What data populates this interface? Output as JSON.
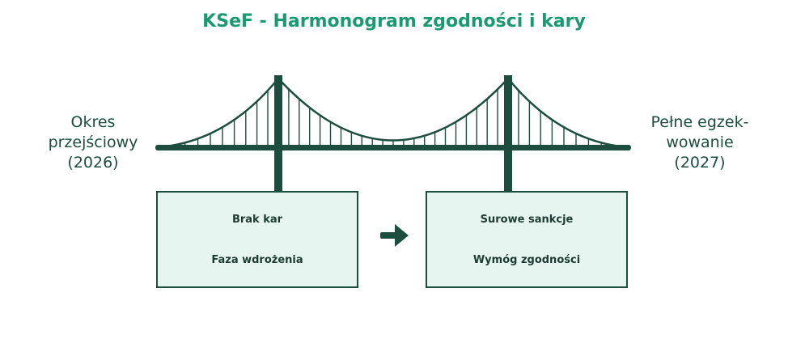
{
  "title": "KSeF - Harmonogram zgodności i kary",
  "left_label": {
    "lines": [
      "Okres",
      "przejściowy",
      "(2026)"
    ]
  },
  "right_label": {
    "lines": [
      "Pełne egzek-",
      "wowanie",
      "(2027)"
    ]
  },
  "left_box": {
    "line1": "Brak kar",
    "line2": "Faza wdrożenia"
  },
  "right_box": {
    "line1": "Surowe sankcje",
    "line2": "Wymóg zgodności"
  },
  "colors": {
    "title": "#1a9a72",
    "ink": "#1d4d3f",
    "box_fill": "#e6f5f0"
  }
}
